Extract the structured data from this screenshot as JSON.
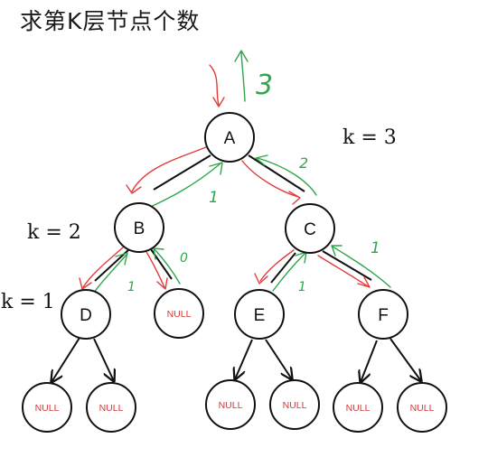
{
  "title": "求第K层节点个数",
  "labels": {
    "k3": "k  =  3",
    "k2": "k  = 2",
    "k1": "k  = 1"
  },
  "nodes": {
    "A": "A",
    "B": "B",
    "C": "C",
    "D": "D",
    "E": "E",
    "F": "F",
    "null": "NULL"
  },
  "annotations": {
    "a3": "3",
    "a2": "2",
    "aB": "1",
    "aBr": "0",
    "aD": "1",
    "aE": "1",
    "aF": "1"
  },
  "colors": {
    "red": "#e33b3b",
    "green": "#2fa64a"
  }
}
